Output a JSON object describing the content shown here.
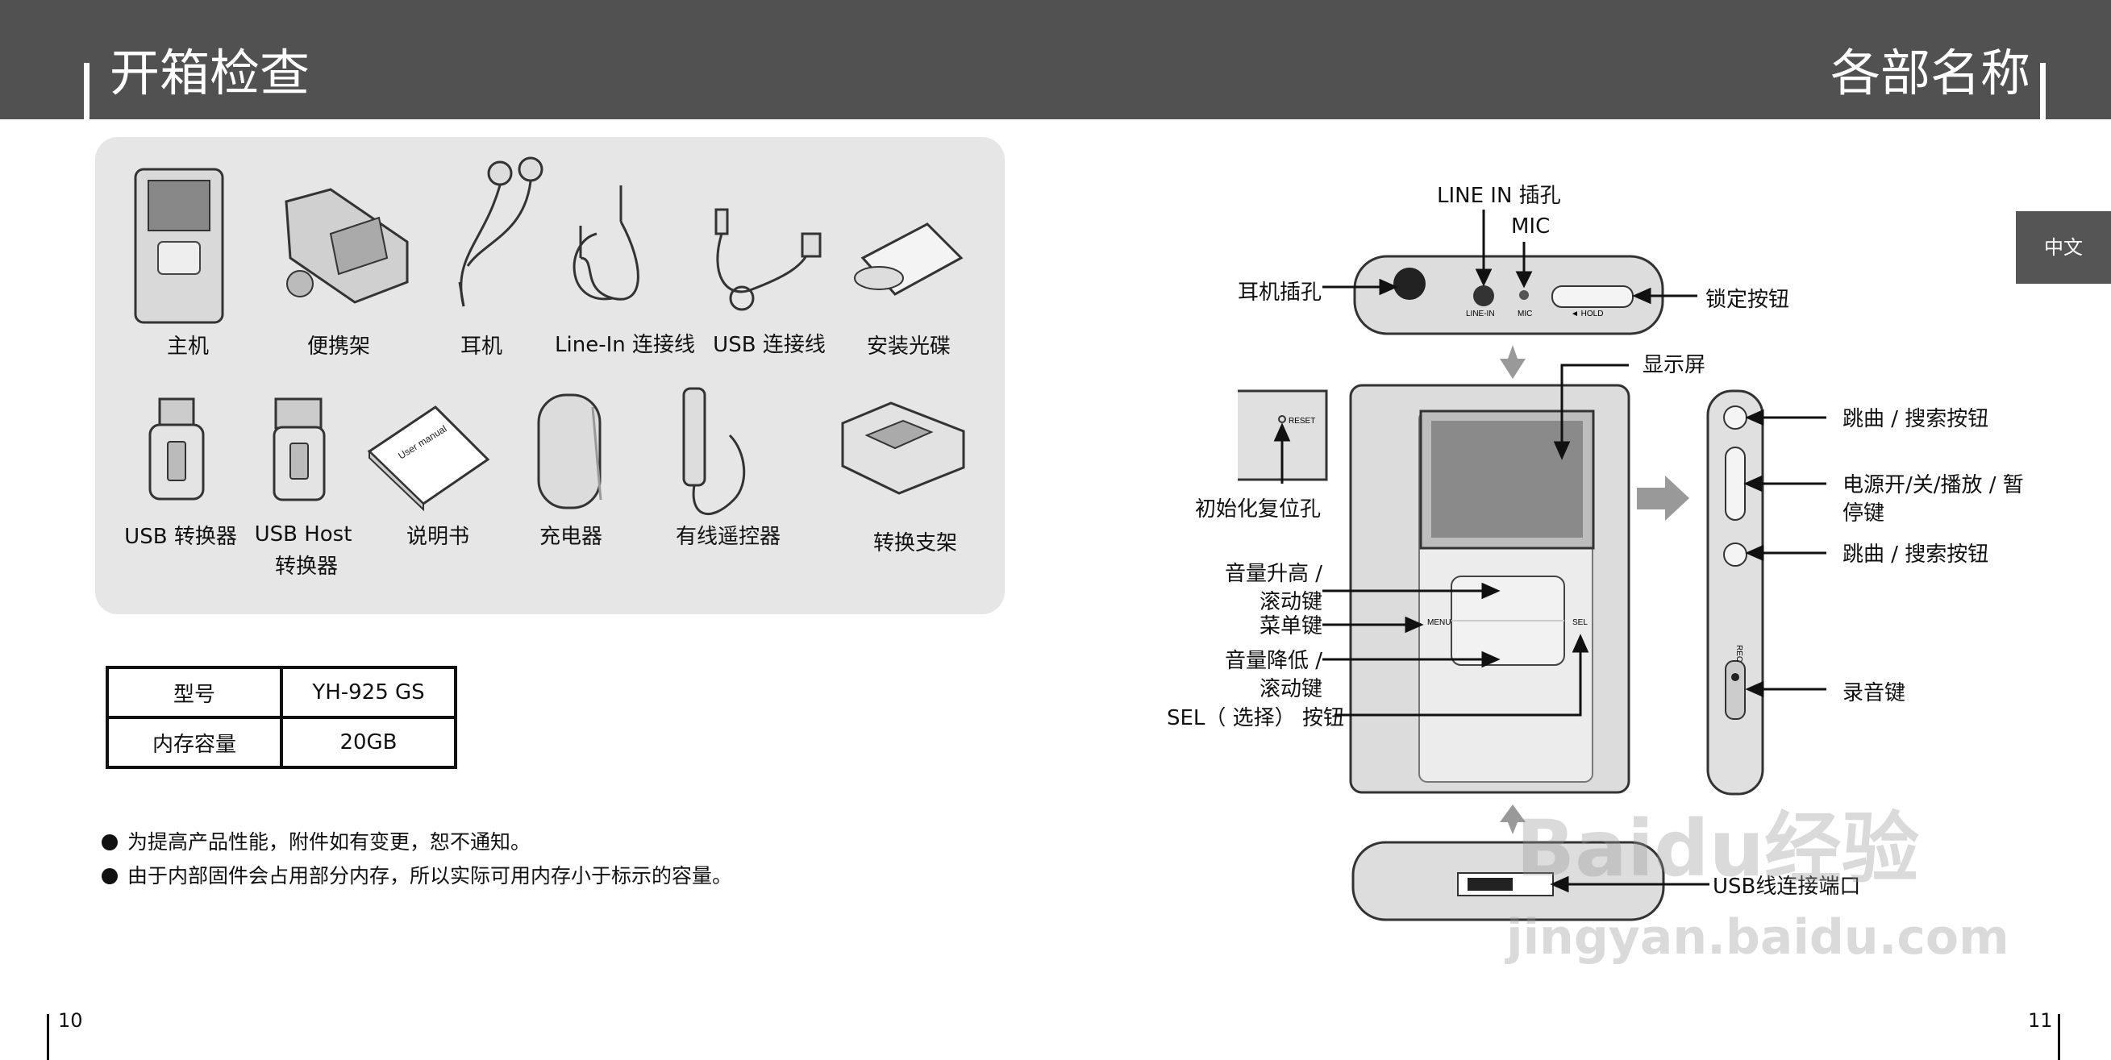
{
  "header": {
    "left_title": "开箱检查",
    "right_title": "各部名称"
  },
  "accessories": [
    "主机",
    "便携架",
    "耳机",
    "Line-In 连接线",
    "USB 连接线",
    "安装光碟",
    "USB 转换器",
    "USB Host",
    "转换器",
    "说明书",
    "充电器",
    "有线遥控器",
    "转换支架"
  ],
  "manual_cover_text": "User manual",
  "spec_table": [
    [
      "型号",
      "YH-925 GS"
    ],
    [
      "内存容量",
      "20GB"
    ]
  ],
  "notes": [
    "为提高产品性能，附件如有变更，恕不通知。",
    "由于内部固件会占用部分内存，所以实际可用内存小于标示的容量。"
  ],
  "language_tab": "中文",
  "parts": {
    "line_in": "LINE IN 插孔",
    "mic": "MIC",
    "earphone": "耳机插孔",
    "hold": "锁定按钮",
    "display": "显示屏",
    "reset": "初始化复位孔",
    "vol_up_1": "音量升高 /",
    "vol_up_2": "滚动键",
    "menu": "菜单键",
    "vol_down_1": "音量降低 /",
    "vol_down_2": "滚动键",
    "sel": "SEL（ 选择） 按钮",
    "skip1": "跳曲 / 搜索按钮",
    "power_1": "电源开/关/播放 / 暂",
    "power_2": "停键",
    "skip2": "跳曲 / 搜索按钮",
    "rec": "录音键",
    "usb_port": "USB线连接端口"
  },
  "device_text": {
    "line_in_small": "LINE-IN",
    "mic_small": "MIC",
    "hold_small": "◄ HOLD",
    "reset_small": "RESET",
    "menu_small": "MENU",
    "sel_small": "SEL",
    "rec_small": "REC"
  },
  "watermark": {
    "brand": "Baidu经验",
    "url": "jingyan.baidu.com"
  },
  "page_numbers": {
    "left": "10",
    "right": "11"
  }
}
